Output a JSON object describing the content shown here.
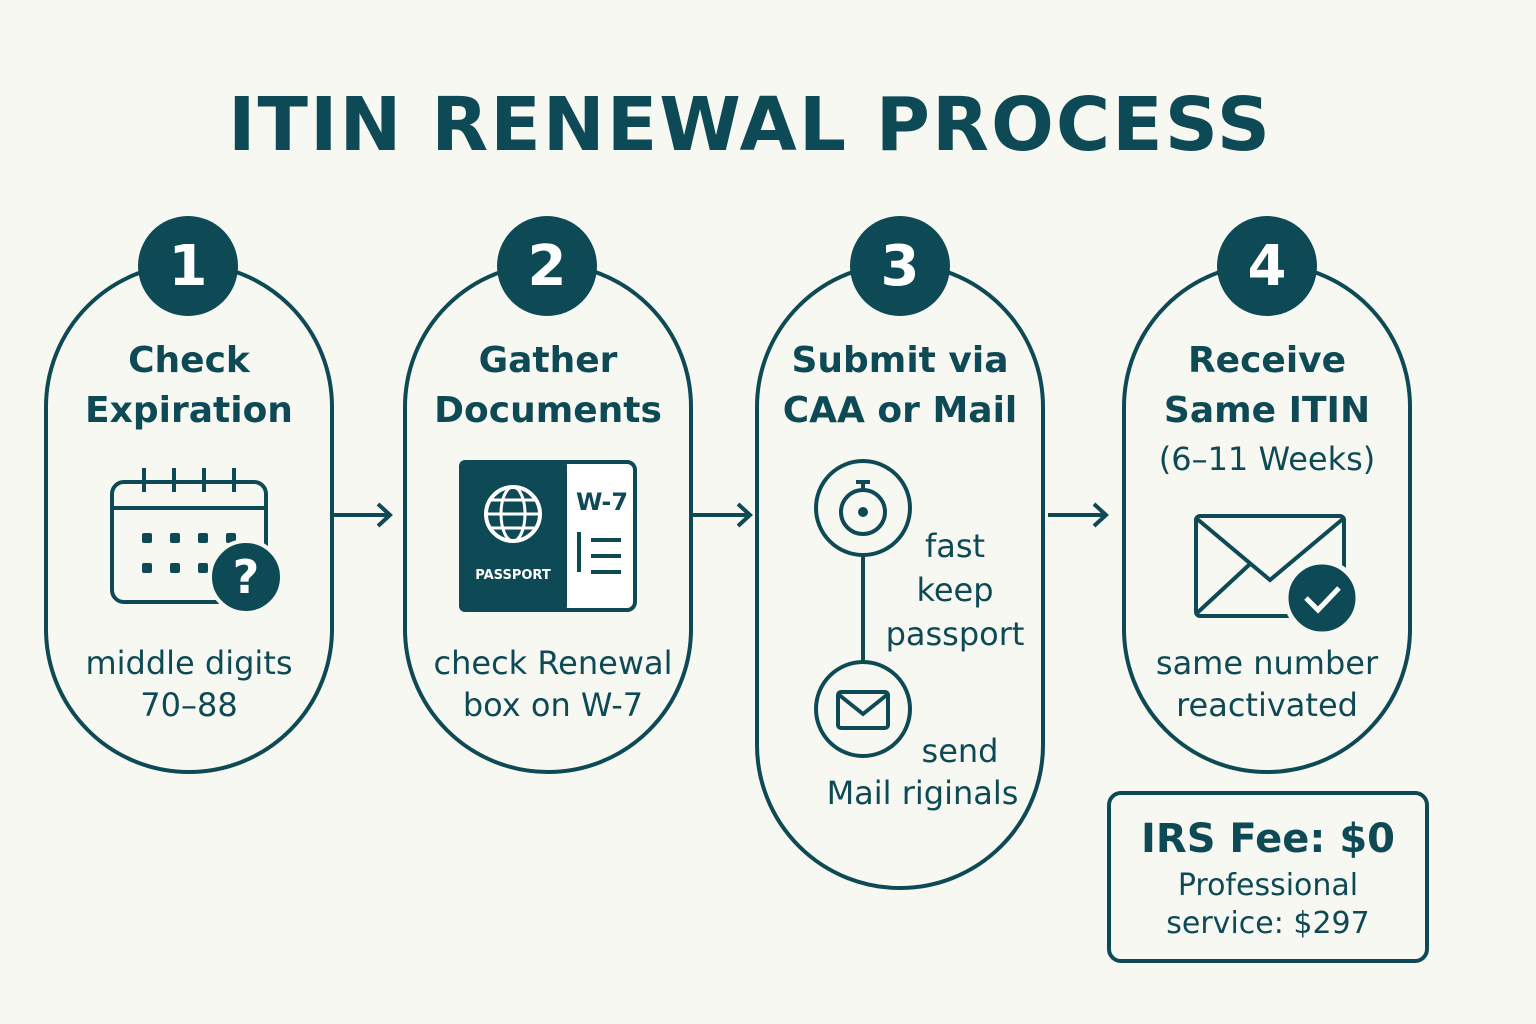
{
  "title": "ITIN RENEWAL PROCESS",
  "colors": {
    "primary": "#0e4a55",
    "background": "#f8f8f2"
  },
  "steps": [
    {
      "number": "1",
      "heading": [
        "Check",
        "Expiration"
      ],
      "icon": "calendar-question-icon",
      "description": [
        "middle digits",
        "70–88"
      ]
    },
    {
      "number": "2",
      "heading": [
        "Gather",
        "Documents"
      ],
      "icon": "passport-w7-icon",
      "icon_labels": {
        "passport": "PASSPORT",
        "form": "W-7"
      },
      "description": [
        "check Renewal",
        "box on W-7"
      ]
    },
    {
      "number": "3",
      "heading": [
        "Submit via",
        "CAA or Mail"
      ],
      "icon": "stopwatch-mail-icon",
      "caa_label": [
        "fast",
        "keep",
        "passport"
      ],
      "mail_label": [
        "send",
        "Mail riginals"
      ]
    },
    {
      "number": "4",
      "heading": [
        "Receive",
        "Same ITIN"
      ],
      "subheading": "(6–11 Weeks)",
      "icon": "envelope-check-icon",
      "description": [
        "same number",
        "reactivated"
      ]
    }
  ],
  "fee": {
    "title": "IRS Fee: $0",
    "line1": "Professional",
    "line2": "service: $297"
  }
}
